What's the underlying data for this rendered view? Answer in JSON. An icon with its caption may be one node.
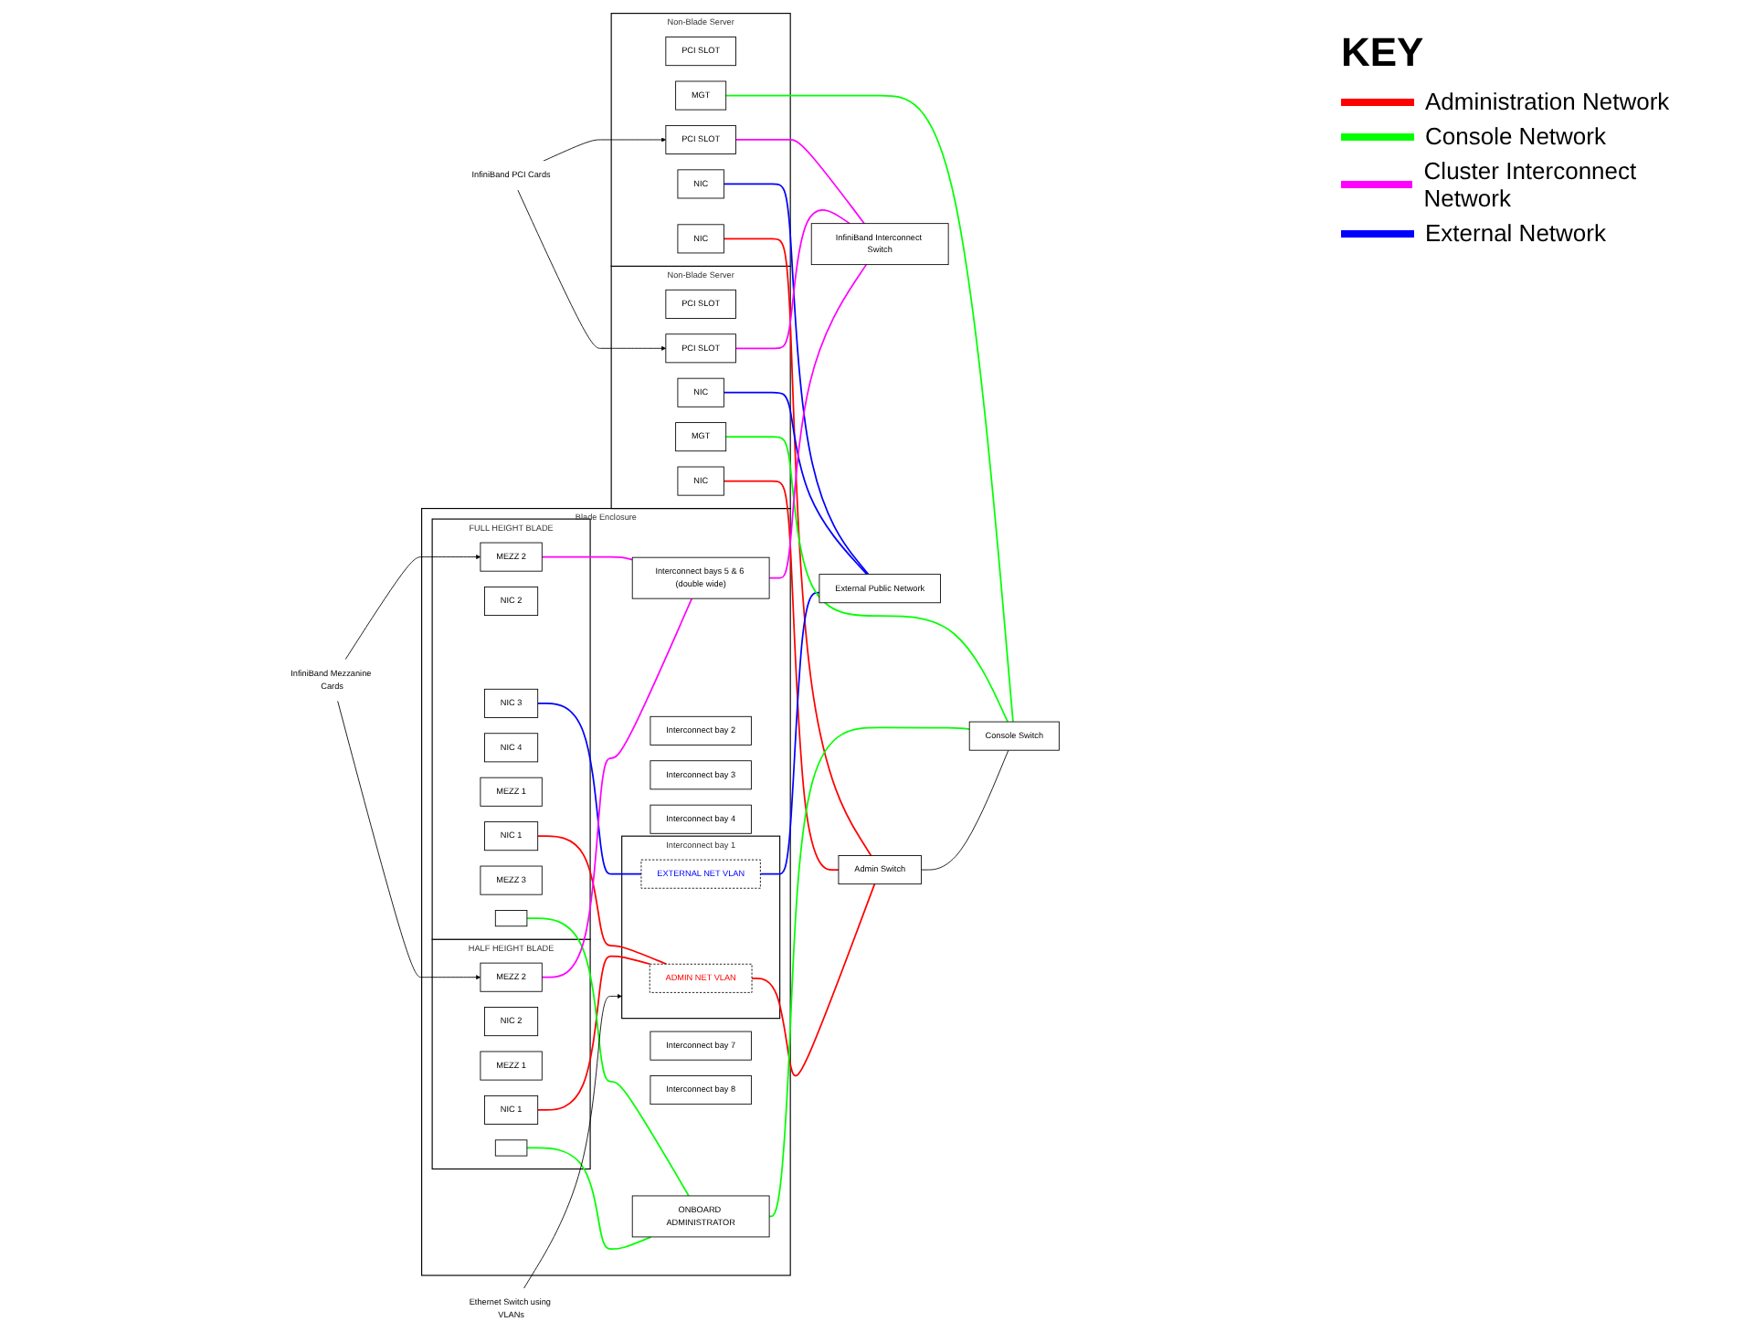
{
  "diagram": {
    "nodes": [
      {
        "text": [
          "Non-Blade Server"
        ]
      },
      {
        "text": [
          "PCI SLOT"
        ],
        "in": 0
      },
      {
        "text": [
          "MGT"
        ],
        "in": 0
      },
      {
        "text": [
          "NIC"
        ],
        "in": 0
      },
      {
        "text": [
          "NIC"
        ],
        "in": 0
      },
      {
        "text": [
          "PCI SLOT"
        ],
        "in": 0
      },
      {
        "text": [
          "Non-Blade Server"
        ]
      },
      {
        "text": [
          "PCI SLOT"
        ],
        "in": 6
      },
      {
        "text": [
          "MGT"
        ],
        "in": 6
      },
      {
        "text": [
          "NIC"
        ],
        "in": 6
      },
      {
        "text": [
          "NIC"
        ],
        "in": 6
      },
      {
        "text": [
          "PCI SLOT"
        ],
        "in": 6
      },
      {
        "text": [
          "Blade Enclosure"
        ]
      },
      {
        "text": [
          "FULL HEIGHT BLADE"
        ],
        "in": 12
      },
      {
        "text": [
          "NIC 1"
        ],
        "in": 13
      },
      {
        "text": [
          "NIC 2"
        ],
        "in": 13
      },
      {
        "text": [
          "NIC 3"
        ],
        "in": 13
      },
      {
        "text": [
          "NIC 4"
        ],
        "in": 13
      },
      {
        "text": [
          "MEZZ 1"
        ],
        "in": 13
      },
      {
        "text": [
          "MEZZ 2"
        ],
        "in": 13
      },
      {
        "text": [
          "MEZZ 3"
        ],
        "in": 13
      },
      {
        "text": [],
        "shape": "box",
        "in": 13
      },
      {
        "text": [
          "HALF HEIGHT BLADE"
        ],
        "in": 12
      },
      {
        "text": [
          "NIC 1"
        ],
        "in": 22
      },
      {
        "text": [
          "NIC 2"
        ],
        "in": 22
      },
      {
        "text": [
          "MEZZ 1"
        ],
        "in": 22
      },
      {
        "text": [
          "MEZZ 2"
        ],
        "in": 22
      },
      {
        "text": [],
        "shape": "box",
        "in": 22
      },
      {
        "text": [
          "Interconnect bay 1"
        ],
        "in": 12
      },
      {
        "text": [
          "ADMIN NET VLAN"
        ],
        "in": 28
      },
      {
        "text": [
          "EXTERNAL NET VLAN"
        ],
        "in": 28
      },
      {
        "text": [
          "Interconnect bay 2"
        ],
        "in": 12
      },
      {
        "text": [
          "Interconnect bay 3"
        ],
        "in": 12
      },
      {
        "text": [
          "Interconnect bay 4"
        ],
        "in": 12
      },
      {
        "text": [
          "Interconnect bays 5 & 6 (double wide)"
        ],
        "in": 12
      },
      {
        "text": [
          "Interconnect bay 7"
        ],
        "in": 12
      },
      {
        "text": [
          "Interconnect bay 8"
        ],
        "in": 12
      },
      {
        "text": [
          "ONBOARD ADMINISTRATOR"
        ],
        "in": 12
      },
      {
        "text": [
          "Admin Switch"
        ]
      },
      {
        "text": [
          "Console Switch"
        ]
      },
      {
        "text": [
          "InfiniBand Interconnect Switch"
        ]
      },
      {
        "text": [
          "External Public Network"
        ]
      },
      {
        "text": [
          "InfiniBand PCI Cards"
        ]
      },
      {
        "text": [
          "InfiniBand Mezzanine Cards"
        ]
      },
      {
        "text": [
          "Ethernet Switch using VLANs"
        ]
      }
    ],
    "edges": [
      {
        "from": 3,
        "to": 38,
        "arrow": "none",
        "color": "#ff0000"
      },
      {
        "from": 9,
        "to": 38,
        "arrow": "none",
        "color": "#ff0000"
      },
      {
        "from": 29,
        "to": 38,
        "arrow": "none",
        "color": "#ff0000"
      },
      {
        "from": 14,
        "to": 29,
        "arrow": "none",
        "color": "#ff0000"
      },
      {
        "from": 23,
        "to": 29,
        "arrow": "none",
        "color": "#ff0000"
      },
      {
        "from": 4,
        "to": 41,
        "arrow": "none",
        "color": "#0000ff"
      },
      {
        "from": 10,
        "to": 41,
        "arrow": "none",
        "color": "#0000ff"
      },
      {
        "from": 30,
        "to": 41,
        "arrow": "none",
        "color": "#0000ff"
      },
      {
        "from": 16,
        "to": 30,
        "arrow": "none",
        "color": "#0000ff"
      },
      {
        "from": 2,
        "to": 39,
        "arrow": "none",
        "color": "#00ff00"
      },
      {
        "from": 8,
        "to": 39,
        "arrow": "none",
        "color": "#00ff00"
      },
      {
        "from": 37,
        "to": 39,
        "arrow": "none",
        "color": "#00ff00"
      },
      {
        "from": 21,
        "to": 37,
        "arrow": "none",
        "color": "#00ff00"
      },
      {
        "from": 27,
        "to": 37,
        "arrow": "none",
        "color": "#00ff00"
      },
      {
        "from": 5,
        "to": 40,
        "arrow": "none",
        "color": "#ff00ff"
      },
      {
        "from": 11,
        "to": 40,
        "arrow": "none",
        "color": "#ff00ff"
      },
      {
        "from": 34,
        "to": 40,
        "arrow": "none",
        "color": "#ff00ff"
      },
      {
        "from": 19,
        "to": 34,
        "arrow": "none",
        "color": "#ff00ff"
      },
      {
        "from": 26,
        "to": 34,
        "arrow": "none",
        "color": "#ff00ff"
      },
      {
        "from": 38,
        "to": 39,
        "arrow": "none"
      },
      {
        "from": 42,
        "to": 5,
        "arrow": "to"
      },
      {
        "from": 42,
        "to": 11,
        "arrow": "to"
      },
      {
        "from": 43,
        "to": 19,
        "arrow": "to"
      },
      {
        "from": 43,
        "to": 26,
        "arrow": "to"
      },
      {
        "from": 44,
        "to": 28,
        "arrow": "to"
      }
    ],
    "labels": [
      "KEY"
    ],
    "legend": [
      {
        "text": "Administration Network",
        "color": "#ff0000"
      },
      {
        "text": "Console Network",
        "color": "#00ff00"
      },
      {
        "text": "Cluster Interconnect Network",
        "color": "#ff00ff"
      },
      {
        "text": "External Network",
        "color": "#0000ff"
      }
    ]
  }
}
